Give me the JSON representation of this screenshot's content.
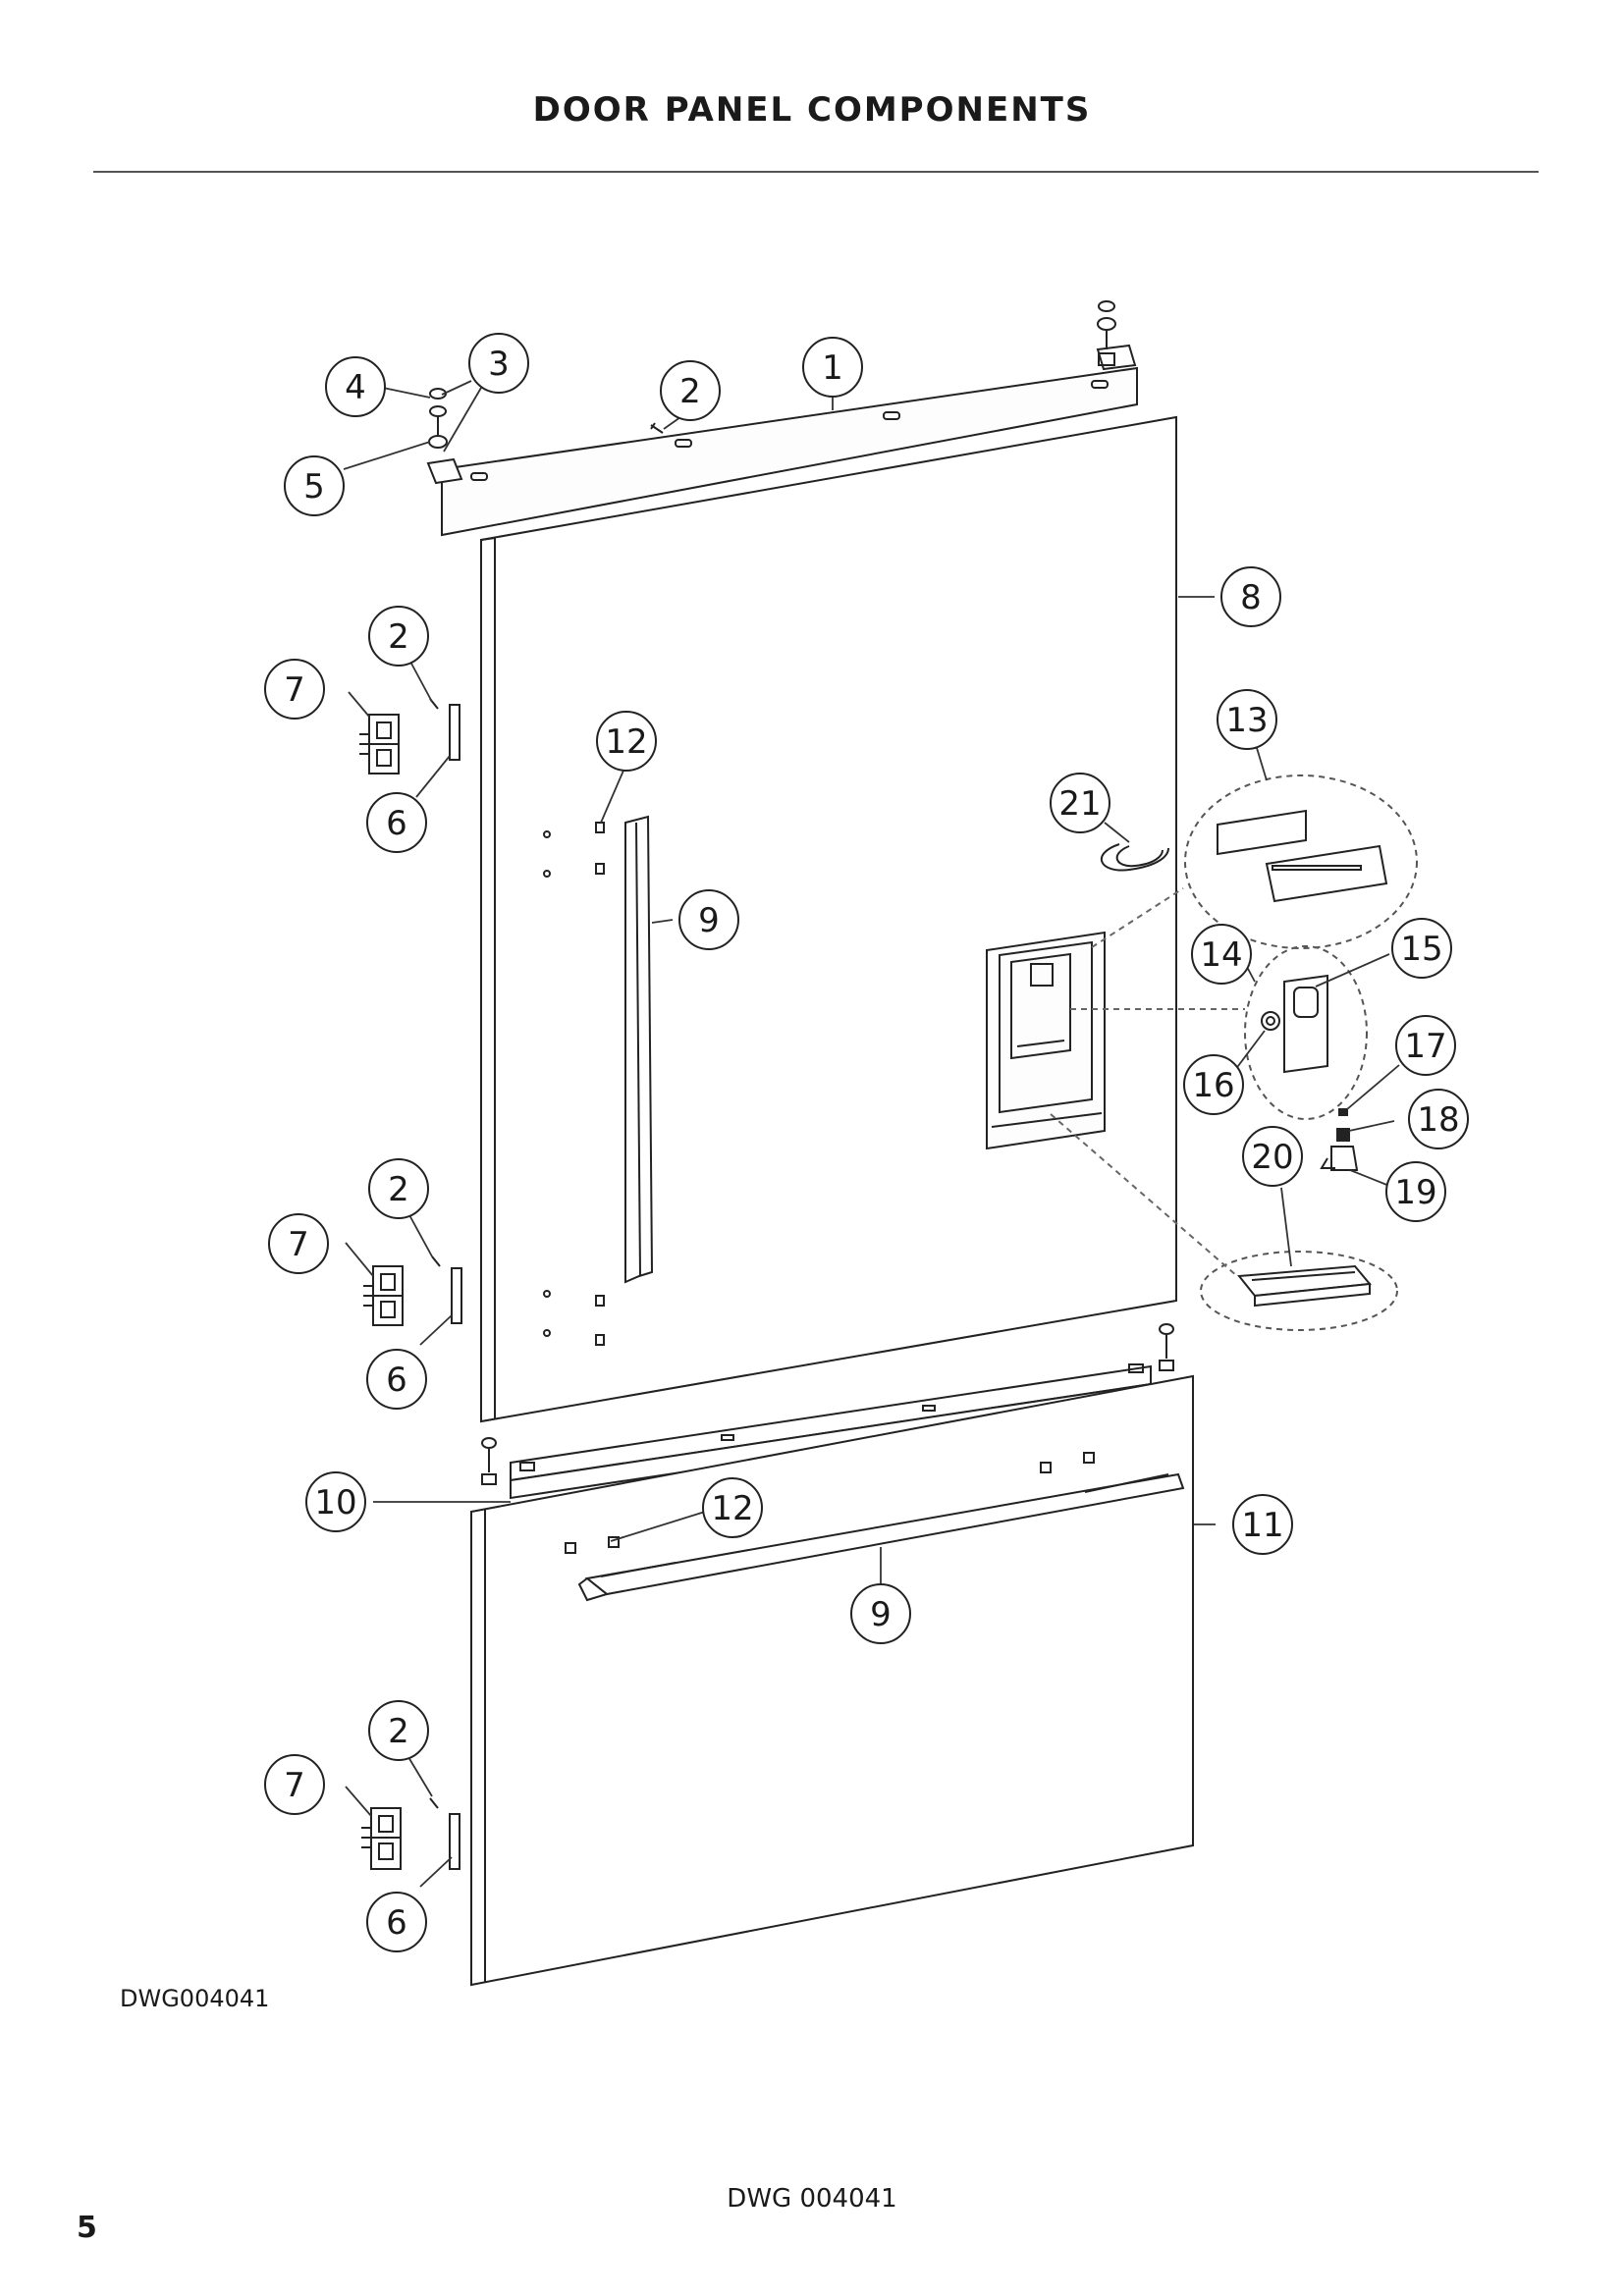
{
  "header": {
    "title": "DOOR PANEL COMPONENTS"
  },
  "diagram": {
    "drawing_id": "DWG004041",
    "callouts": [
      {
        "label": "1"
      },
      {
        "label": "2"
      },
      {
        "label": "3"
      },
      {
        "label": "4"
      },
      {
        "label": "5"
      },
      {
        "label": "8"
      },
      {
        "label": "2"
      },
      {
        "label": "7"
      },
      {
        "label": "12"
      },
      {
        "label": "6"
      },
      {
        "label": "13"
      },
      {
        "label": "21"
      },
      {
        "label": "9"
      },
      {
        "label": "14"
      },
      {
        "label": "15"
      },
      {
        "label": "17"
      },
      {
        "label": "16"
      },
      {
        "label": "18"
      },
      {
        "label": "20"
      },
      {
        "label": "19"
      },
      {
        "label": "2"
      },
      {
        "label": "7"
      },
      {
        "label": "6"
      },
      {
        "label": "10"
      },
      {
        "label": "12"
      },
      {
        "label": "11"
      },
      {
        "label": "9"
      },
      {
        "label": "2"
      },
      {
        "label": "7"
      },
      {
        "label": "6"
      }
    ]
  },
  "footer": {
    "drawing_ref": "DWG 004041",
    "page_number": "5"
  }
}
